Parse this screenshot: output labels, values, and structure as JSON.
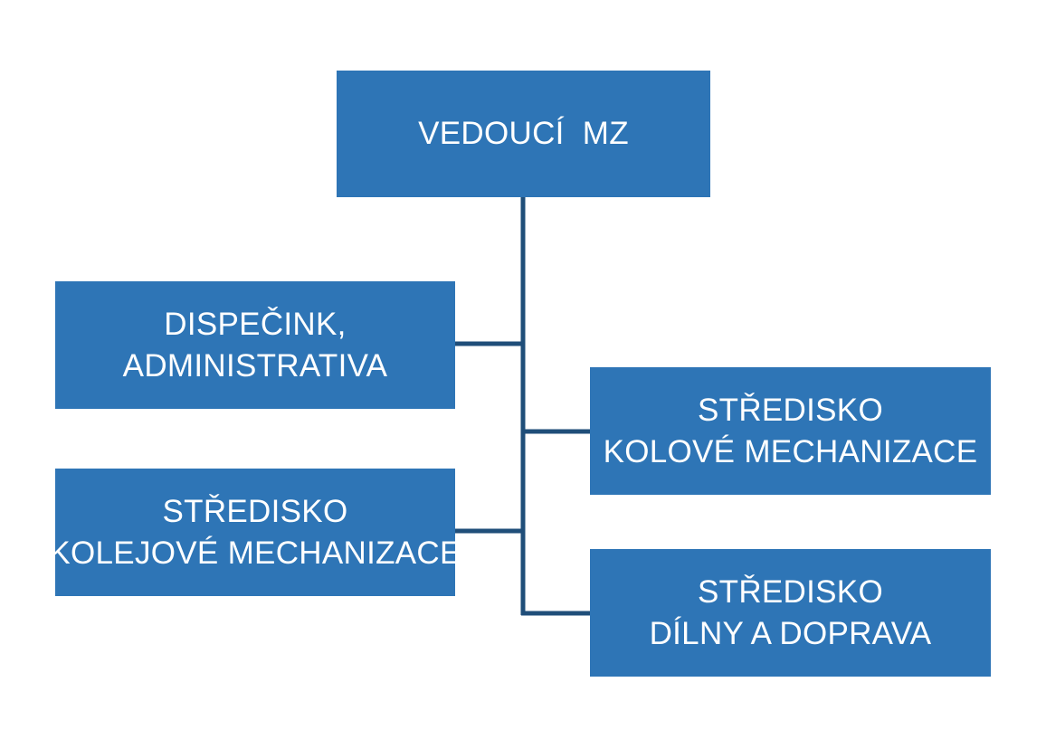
{
  "diagram": {
    "type": "org-chart",
    "line_color": "#1f4e79",
    "box_color": "#2e75b6",
    "text_color": "#ffffff",
    "root": {
      "lines": [
        "VEDOUCÍ  MZ"
      ]
    },
    "left_children": [
      {
        "lines": [
          "DISPEČINK,",
          "ADMINISTRATIVA"
        ]
      },
      {
        "lines": [
          "STŘEDISKO",
          "KOLEJOVÉ MECHANIZACE"
        ]
      }
    ],
    "right_children": [
      {
        "lines": [
          "STŘEDISKO",
          "KOLOVÉ MECHANIZACE"
        ]
      },
      {
        "lines": [
          "STŘEDISKO",
          "DÍLNY A DOPRAVA"
        ]
      }
    ]
  }
}
